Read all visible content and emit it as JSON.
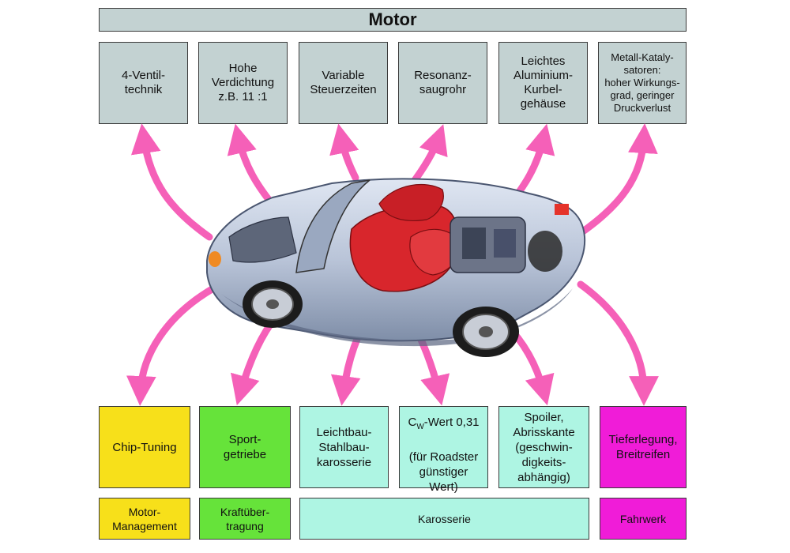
{
  "title": "Motor",
  "top_items": [
    {
      "label": "4-Ventil-\ntechnik"
    },
    {
      "label": "Hohe\nVerdichtung\nz.B. 11 :1"
    },
    {
      "label": "Variable\nSteuerzeiten"
    },
    {
      "label": "Resonanz-\nsaugrohr"
    },
    {
      "label": "Leichtes\nAluminium-\nKurbel-\ngehäuse"
    },
    {
      "label": "Metall-Kataly-\nsatoren:\nhoher Wirkungs-\ngrad, geringer\nDruckverlust"
    }
  ],
  "bottom_items": [
    {
      "label": "Chip-Tuning"
    },
    {
      "label": "Sport-\ngetriebe"
    },
    {
      "label": "Leichtbau-\nStahlbau-\nkarosserie"
    },
    {
      "label_main": "C",
      "label_sub": "W",
      "label_rest": "-Wert 0,31",
      "label_more": "(für Roadster\ngünstiger\nWert)"
    },
    {
      "label": "Spoiler,\nAbrisskante\n(geschwin-\ndigkeits-\nabhängig)"
    },
    {
      "label": "Tieferlegung,\nBreitreifen"
    }
  ],
  "categories": [
    {
      "label": "Motor-\nManagement"
    },
    {
      "label": "Kraftüber-\ntragung"
    },
    {
      "label": "Karosserie"
    },
    {
      "label": "Fahrwerk"
    }
  ],
  "colors": {
    "gray": "#c3d2d2",
    "yellow": "#f7e01a",
    "green": "#66e33a",
    "cyan": "#aef5e3",
    "magenta": "#f01cd8",
    "arrow": "#f560b8"
  },
  "illustration": {
    "icon": "car-cutaway-illustration"
  }
}
